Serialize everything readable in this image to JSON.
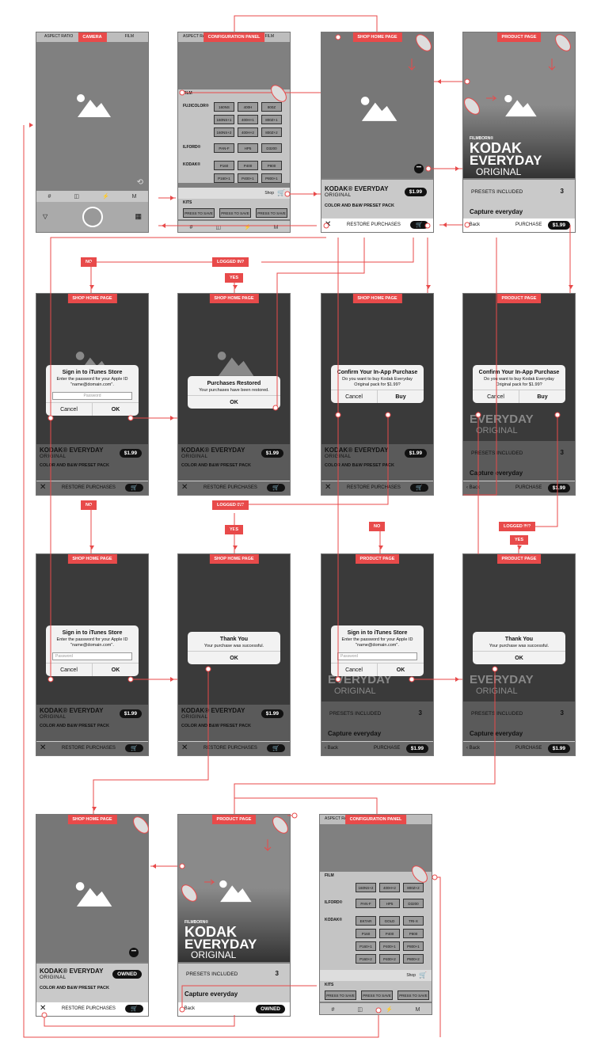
{
  "colors": {
    "accent": "#e84a4a",
    "screen": "#595959",
    "photo": "#808080",
    "dark": "#3a3a3a"
  },
  "tags": {
    "camera": "CAMERA",
    "config": "CONFIGURATION PANEL",
    "shop": "SHOP HOME PAGE",
    "product": "PRODUCT PAGE"
  },
  "camera": {
    "aspect": "ASPECT RATIO",
    "film": "FILM"
  },
  "config": {
    "aspect": "ASPECT RATIO",
    "film_tab": "FILM",
    "film": "FILM",
    "kits": "KITS",
    "shop": "Shop",
    "press": "PRESS TO SAVE",
    "fuji": "FUJICOLOR®",
    "ilford": "ILFORD®",
    "kodak": "KODAK®",
    "fuji_rows": [
      [
        "160NS",
        "400H",
        "800Z"
      ],
      [
        "160NS+1",
        "400H+1",
        "800Z+1"
      ],
      [
        "160NS+2",
        "400H+2",
        "800Z+2"
      ]
    ],
    "ilford_row": [
      "PAN-F",
      "HP5",
      "D3200"
    ],
    "kodak_rows": [
      [
        "P160",
        "P400",
        "P800"
      ],
      [
        "P160+1",
        "P400+1",
        "P800+1"
      ]
    ],
    "b_top_row": [
      "160NS+2",
      "400H+2",
      "800Z+2"
    ],
    "b_ilford_row": [
      "PAN-F",
      "HP5",
      "D3200"
    ],
    "b_kodak_rows": [
      [
        "EKTAR",
        "GOLD",
        "TRI-X"
      ],
      [
        "P160",
        "P400",
        "P800"
      ],
      [
        "P160+1",
        "P400+1",
        "P800+1"
      ],
      [
        "P160+2",
        "P400+2",
        "P800+2"
      ]
    ]
  },
  "product": {
    "name": "KODAK® EVERYDAY",
    "original": "ORIGINAL",
    "pack": "COLOR AND B&W PRESET PACK",
    "price": "$1.99",
    "owned": "OWNED",
    "brand1": "FILMBORN®",
    "brand2": "KODAK",
    "brand3": "EVERYDAY",
    "brand4": "ORIGINAL",
    "presets": "PRESETS INCLUDED",
    "presets_count": "3",
    "capture": "Capture everyday"
  },
  "bars": {
    "restore": "RESTORE PURCHASES",
    "back": "Back",
    "purchase": "PURCHASE"
  },
  "dialogs": {
    "signin_title": "Sign in to iTunes Store",
    "signin_msg": "Enter the password for your Apple ID \"name@domain.com\".",
    "password": "Password",
    "cancel": "Cancel",
    "ok": "OK",
    "restored_title": "Purchases Restored",
    "restored_msg": "Your purchases have been restored.",
    "confirm_title": "Confirm Your In-App Purchase",
    "confirm_msg": "Do you want to buy Kodak Everyday Original pack for $1.99?",
    "buy": "Buy",
    "thanks_title": "Thank You",
    "thanks_msg": "Your purchase was successful."
  },
  "nodes": {
    "no": "NO",
    "yes": "YES",
    "logged": "LOGGED IN?"
  }
}
